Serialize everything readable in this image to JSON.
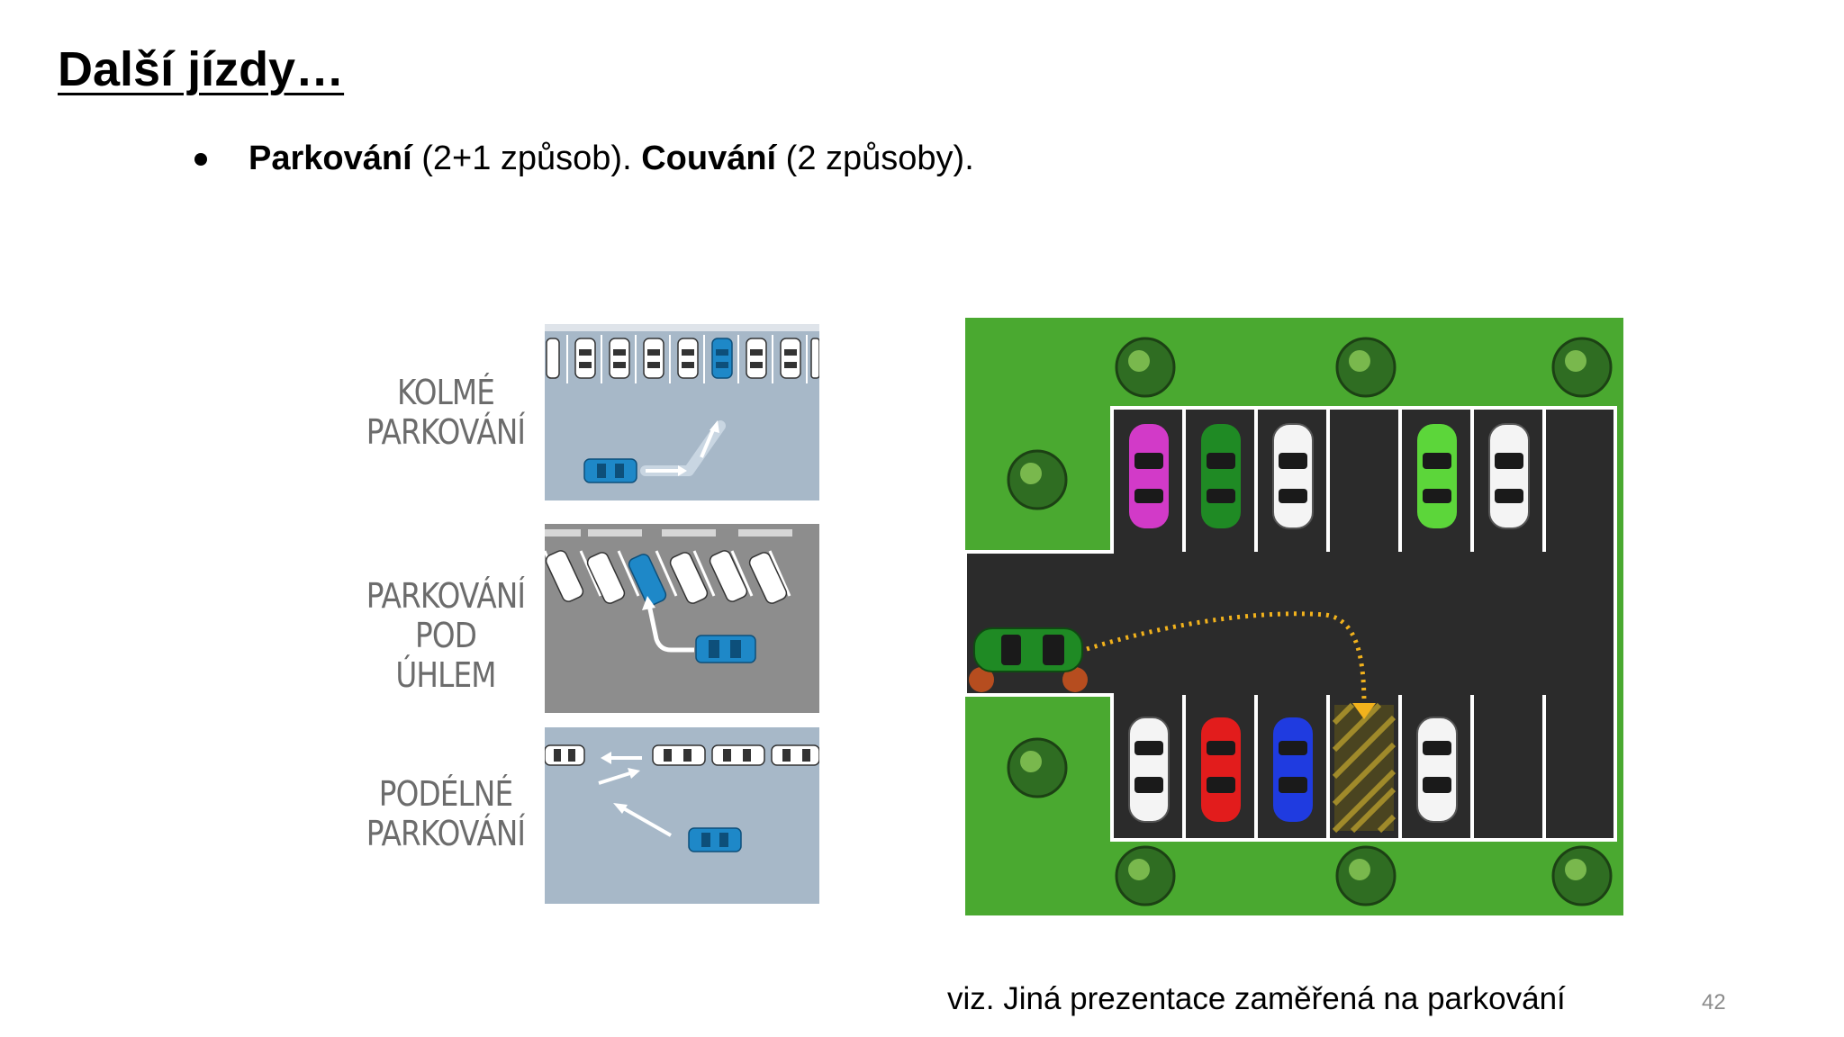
{
  "slide": {
    "title": "Další jízdy…",
    "bullet": {
      "term1": "Parkování",
      "text1": " (2+1 způsob). ",
      "term2": "Couvání",
      "text2": " (2 způsoby)."
    },
    "caption": "viz. Jiná prezentace zaměřená na parkování",
    "page_number": "42"
  },
  "parking_types": [
    {
      "line1": "KOLMÉ",
      "line2": "PARKOVÁNÍ"
    },
    {
      "line1": "PARKOVÁNÍ",
      "line2": "POD ÚHLEM"
    },
    {
      "line1": "PODÉLNÉ",
      "line2": "PARKOVÁNÍ"
    }
  ],
  "colors": {
    "lot_grass": "#4aa930",
    "asphalt": "#2b2b2b",
    "panel_blue_gray": "#9fb2c4",
    "panel_gray": "#8a8a8a",
    "car_blue": "#1e88c8",
    "route_orange": "#f2b21c"
  }
}
